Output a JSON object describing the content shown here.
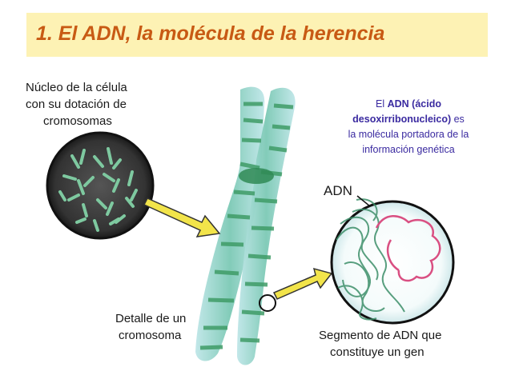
{
  "title": "1. El ADN, la molécula de la herencia",
  "labels": {
    "nucleus_line1": "Núcleo de la célula",
    "nucleus_line2": "con su dotación de",
    "nucleus_line3": "cromosomas",
    "chromosome_line1": "Detalle de un",
    "chromosome_line2": "cromosoma",
    "adn": "ADN",
    "gene_line1": "Segmento de ADN que",
    "gene_line2": "constituye un gen"
  },
  "note": {
    "part1": "El ",
    "part2_bold": "ADN (ácido",
    "part3_bold": "desoxirribonucleico)",
    "part4": " es",
    "line3": "la molécula portadora de la",
    "line4": "información genética"
  },
  "colors": {
    "title_bg": "#fdf2b4",
    "title_text": "#c85a14",
    "note_text": "#3a2aa0",
    "chromosome": "#4fb07a",
    "arrow": "#f2e44a"
  }
}
